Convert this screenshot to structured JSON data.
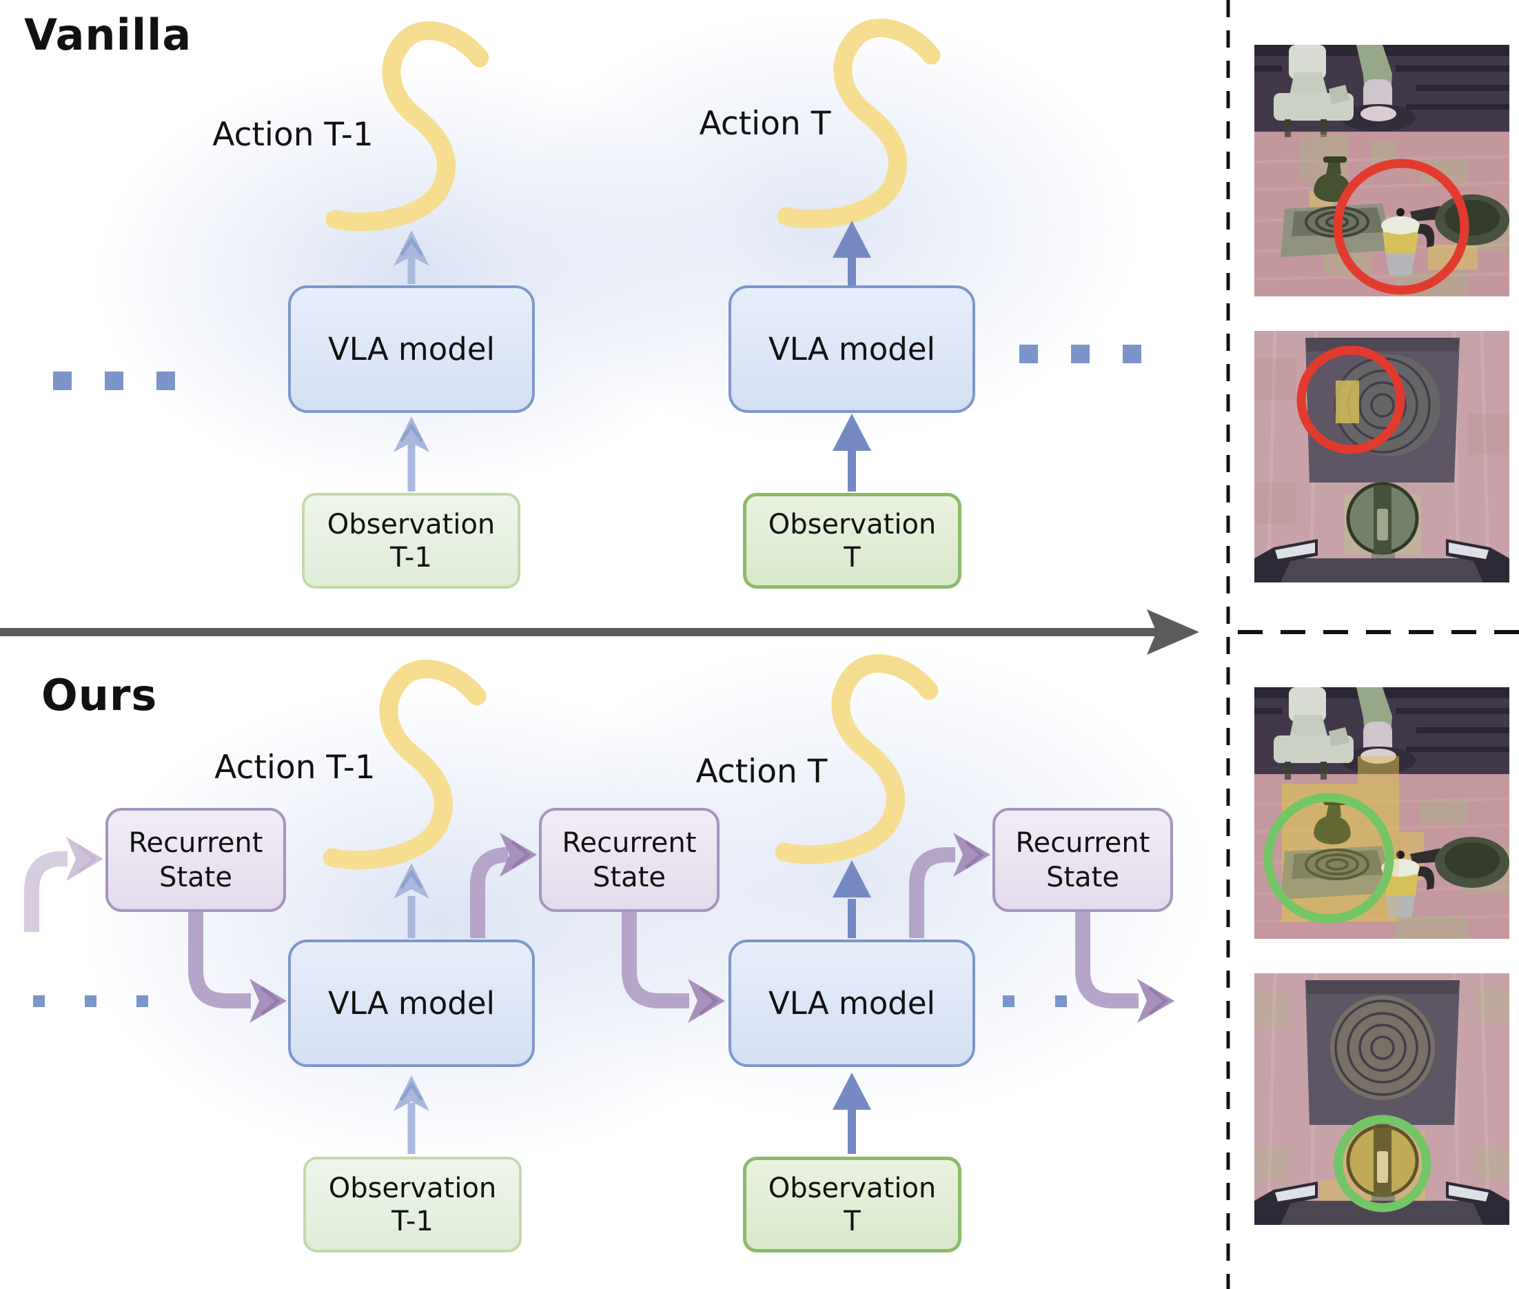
{
  "figure": {
    "type": "architecture-comparison-diagram",
    "timeline_direction": "left-to-right"
  },
  "colors": {
    "arrow_light_blue": "#a9b8dc",
    "arrow_dark_blue": "#7589c2",
    "recurrent_purple_line": "#b6a5ca",
    "recurrent_purple_head": "#a890bd",
    "action_squiggle_yellow": "#f6dd90",
    "dot_blue": "#7b94c9",
    "divider_gray": "#5c5c5c",
    "model_box_fill": "#dbe6f7",
    "model_box_border": "#7d97c8",
    "observation_fill": "#e7f1e0",
    "observation_border_light": "#c2d9aa",
    "observation_border_dark": "#8cba69",
    "recurrent_fill": "#ece6f3",
    "recurrent_border": "#a595bd",
    "highlight_red": "#e23b2e",
    "highlight_green": "#74c566"
  },
  "vanilla": {
    "title": "Vanilla",
    "timesteps": [
      {
        "action_label": "Action T-1",
        "model_label": "VLA model",
        "observation_label": "Observation\nT-1"
      },
      {
        "action_label": "Action T",
        "model_label": "VLA model",
        "observation_label": "Observation\nT"
      }
    ]
  },
  "ours": {
    "title": "Ours",
    "recurrent_state_labels": [
      "Recurrent\nState",
      "Recurrent\nState",
      "Recurrent\nState"
    ],
    "timesteps": [
      {
        "action_label": "Action T-1",
        "model_label": "VLA model",
        "observation_label": "Observation\nT-1"
      },
      {
        "action_label": "Action T",
        "model_label": "VLA model",
        "observation_label": "Observation\nT"
      }
    ]
  },
  "right_panel": {
    "rows": [
      {
        "group": "vanilla",
        "images": [
          {
            "description": "third-person view: robot arms, stove, moka pot and frying pan on table with attention heatmap",
            "highlight": "red circle around moka pot",
            "circle_color": "#e23b2e"
          },
          {
            "description": "close-up view: burner plate and valve knob between gripper fingers with attention heatmap",
            "highlight": "red circle on burner plate",
            "circle_color": "#e23b2e"
          }
        ]
      },
      {
        "group": "ours",
        "images": [
          {
            "description": "third-person view: robot arms, stove, moka pot and frying pan on table with attention heatmap",
            "highlight": "green circle around stove burner",
            "circle_color": "#74c566"
          },
          {
            "description": "close-up view: burner plate and valve knob between gripper fingers with attention heatmap",
            "highlight": "green circle around valve knob",
            "circle_color": "#74c566"
          }
        ]
      }
    ]
  }
}
